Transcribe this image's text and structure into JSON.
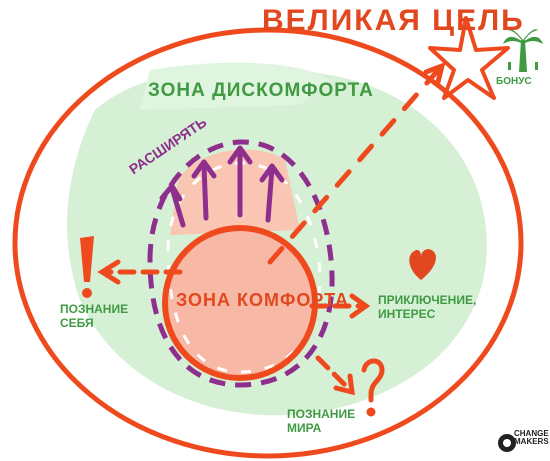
{
  "diagram": {
    "goal": {
      "title": "ВЕЛИКАЯ ЦЕЛЬ",
      "icon": "star-icon"
    },
    "bonus": {
      "label": "БОНУС",
      "icon": "palm-tree-icon"
    },
    "zones": {
      "discomfort": "ЗОНА ДИСКОМФОРТА",
      "comfort": "ЗОНА КОМФОРТА"
    },
    "expand_label": "РАСШИРЯТЬ",
    "directions": {
      "self": {
        "lines": [
          "ПОЗНАНИЕ",
          "СЕБЯ"
        ],
        "icon": "exclamation-icon"
      },
      "adventure": {
        "lines": [
          "ПРИКЛЮЧЕНИЕ,",
          "ИНТЕРЕС"
        ],
        "icon": "heart-icon"
      },
      "world": {
        "lines": [
          "ПОЗНАНИЕ",
          "МИРА"
        ],
        "icon": "question-icon"
      }
    },
    "brand": {
      "lines": [
        "CHANGE",
        "MAKERS"
      ]
    }
  },
  "colors": {
    "orange_red": "#ef4a1e",
    "discomfort_zone": "#d6f0d6",
    "comfort_zone": "#f7b8a6",
    "expand_purple": "#8e2f8e",
    "green_text": "#3f9a42",
    "heart_red": "#e2481f"
  }
}
